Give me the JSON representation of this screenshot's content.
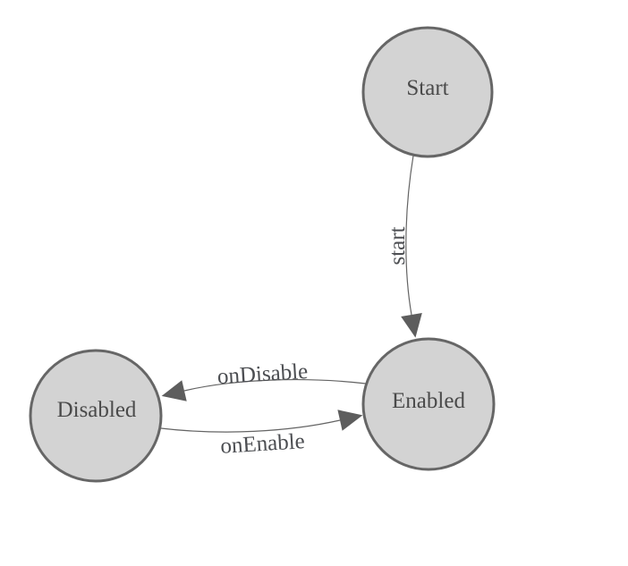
{
  "diagram": {
    "type": "state-machine-diagram",
    "background_color": "#ffffff",
    "colors": {
      "node_fill": "#d3d3d3",
      "node_stroke": "#666666",
      "edge_stroke": "#646464",
      "arrow_fill": "#5d5d5d",
      "label_text": "#4a4a4a"
    },
    "nodes": [
      {
        "id": "start",
        "label": "Start"
      },
      {
        "id": "enabled",
        "label": "Enabled"
      },
      {
        "id": "disabled",
        "label": "Disabled"
      }
    ],
    "edges": [
      {
        "id": "start-transition",
        "label": "start",
        "from": "Start",
        "to": "Enabled"
      },
      {
        "id": "ondisable-transition",
        "label": "onDisable",
        "from": "Enabled",
        "to": "Disabled"
      },
      {
        "id": "onenable-transition",
        "label": "onEnable",
        "from": "Disabled",
        "to": "Enabled"
      }
    ]
  }
}
